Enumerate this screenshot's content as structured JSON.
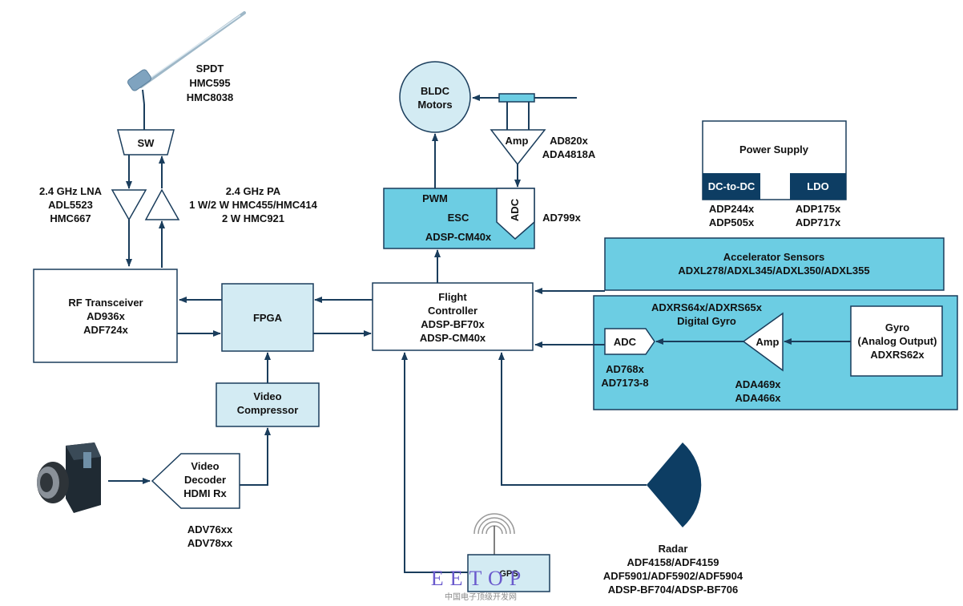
{
  "colors": {
    "light_box": "#d3ebf3",
    "mid_box": "#6ccde3",
    "dark_box": "#0d3d63",
    "line": "#1a3d5c",
    "outline": "#1a3d5c"
  },
  "labels": {
    "spdt": [
      "SPDT",
      "HMC595",
      "HMC8038"
    ],
    "sw": "SW",
    "lna": [
      "2.4 GHz LNA",
      "ADL5523",
      "HMC667"
    ],
    "pa": [
      "2.4 GHz PA",
      "1 W/2 W HMC455/HMC414",
      "2 W HMC921"
    ],
    "rf_transceiver": [
      "RF Transceiver",
      "AD936x",
      "ADF724x"
    ],
    "fpga": "FPGA",
    "video_compressor": [
      "Video",
      "Compressor"
    ],
    "video_decoder": [
      "Video",
      "Decoder",
      "HDMI Rx"
    ],
    "adv_parts": [
      "ADV76xx",
      "ADV78xx"
    ],
    "bldc": [
      "BLDC",
      "Motors"
    ],
    "amp_top": "Amp",
    "amp_top_parts": [
      "AD820x",
      "ADA4818A"
    ],
    "esc": {
      "pwm": "PWM",
      "esc": "ESC",
      "adsp": "ADSP-CM40x",
      "adc": "ADC"
    },
    "ad799x": "AD799x",
    "flight_controller": [
      "Flight",
      "Controller",
      "ADSP-BF70x",
      "ADSP-CM40x"
    ],
    "power_supply": {
      "title": "Power Supply",
      "dcdc": "DC-to-DC",
      "ldo": "LDO"
    },
    "dcdc_parts": [
      "ADP244x",
      "ADP505x"
    ],
    "ldo_parts": [
      "ADP175x",
      "ADP717x"
    ],
    "accelerator": [
      "Accelerator Sensors",
      "ADXL278/ADXL345/ADXL350/ADXL355"
    ],
    "digital_gyro": [
      "ADXRS64x/ADXRS65x",
      "Digital Gyro"
    ],
    "adc_gyro": "ADC",
    "adc_gyro_parts": [
      "AD768x",
      "AD7173-8"
    ],
    "amp_gyro": "Amp",
    "amp_gyro_parts": [
      "ADA469x",
      "ADA466x"
    ],
    "gyro": [
      "Gyro",
      "(Analog Output)",
      "ADXRS62x"
    ],
    "gps": "GPS",
    "radar": [
      "Radar",
      "ADF4158/ADF4159",
      "ADF5901/ADF5902/ADF5904",
      "ADSP-BF704/ADSP-BF706"
    ],
    "watermark": "EETOP",
    "watermark_sub": "中国电子顶级开发网"
  },
  "icons": {
    "antenna": "antenna-icon",
    "camera": "camera-icon",
    "gps_signal": "gps-signal-icon"
  }
}
